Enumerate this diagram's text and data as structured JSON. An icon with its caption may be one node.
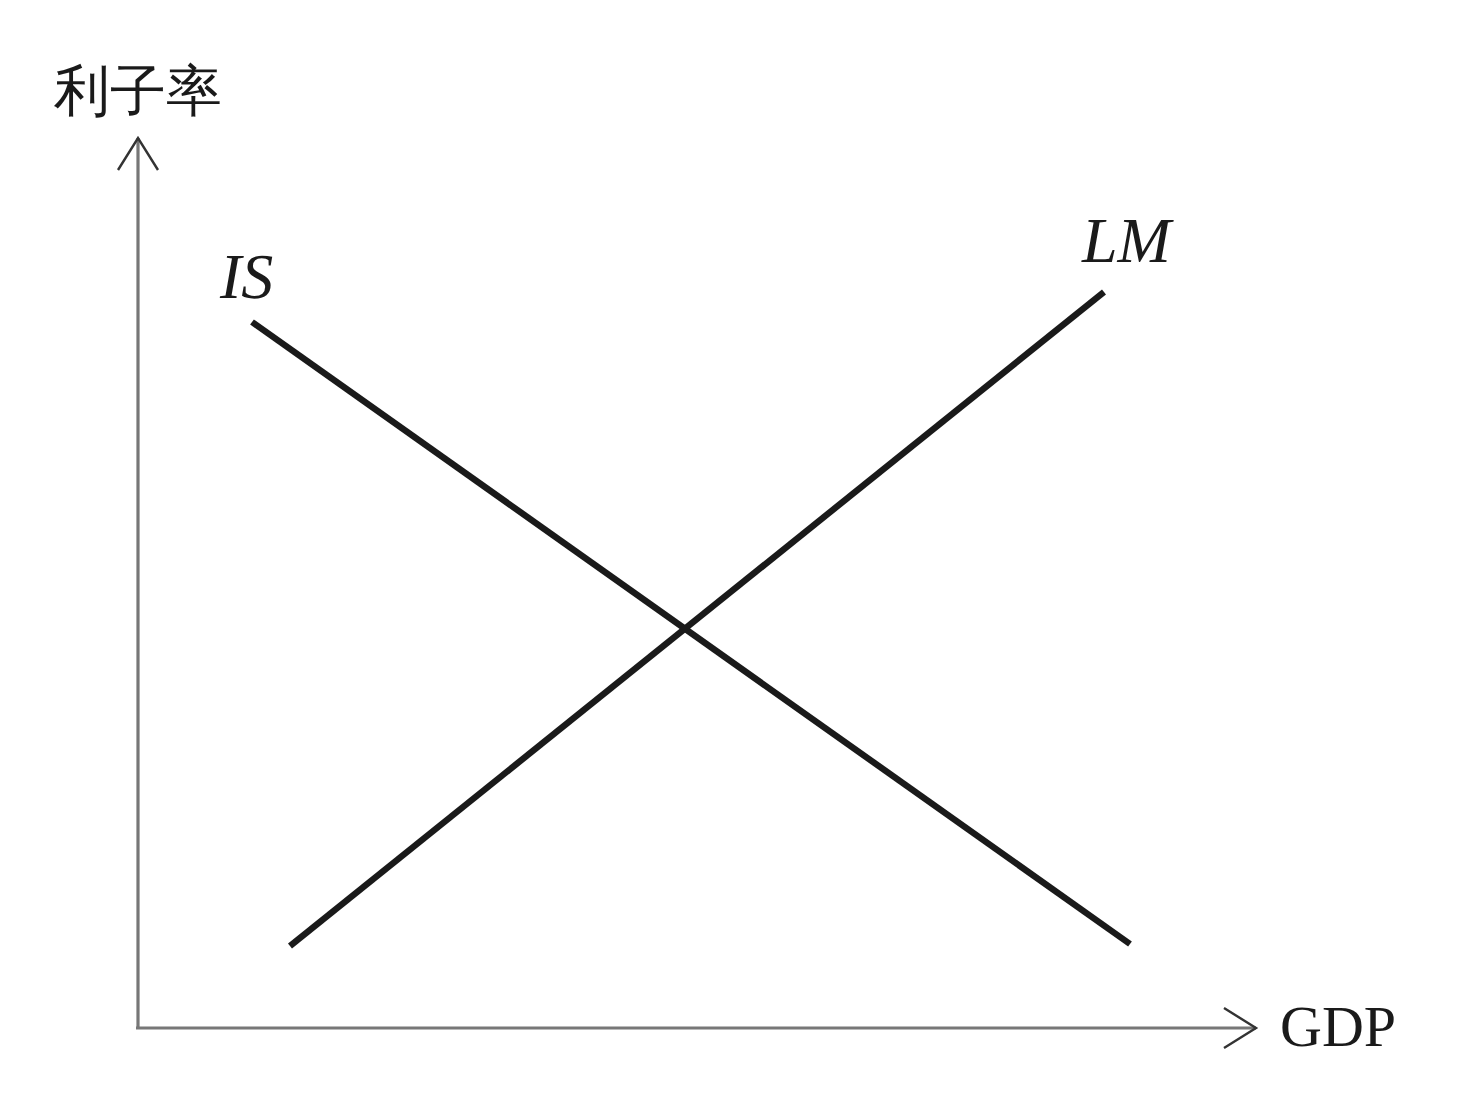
{
  "diagram": {
    "labels": [
      "利子率",
      "IS",
      "LM",
      "GDP"
    ]
  }
}
